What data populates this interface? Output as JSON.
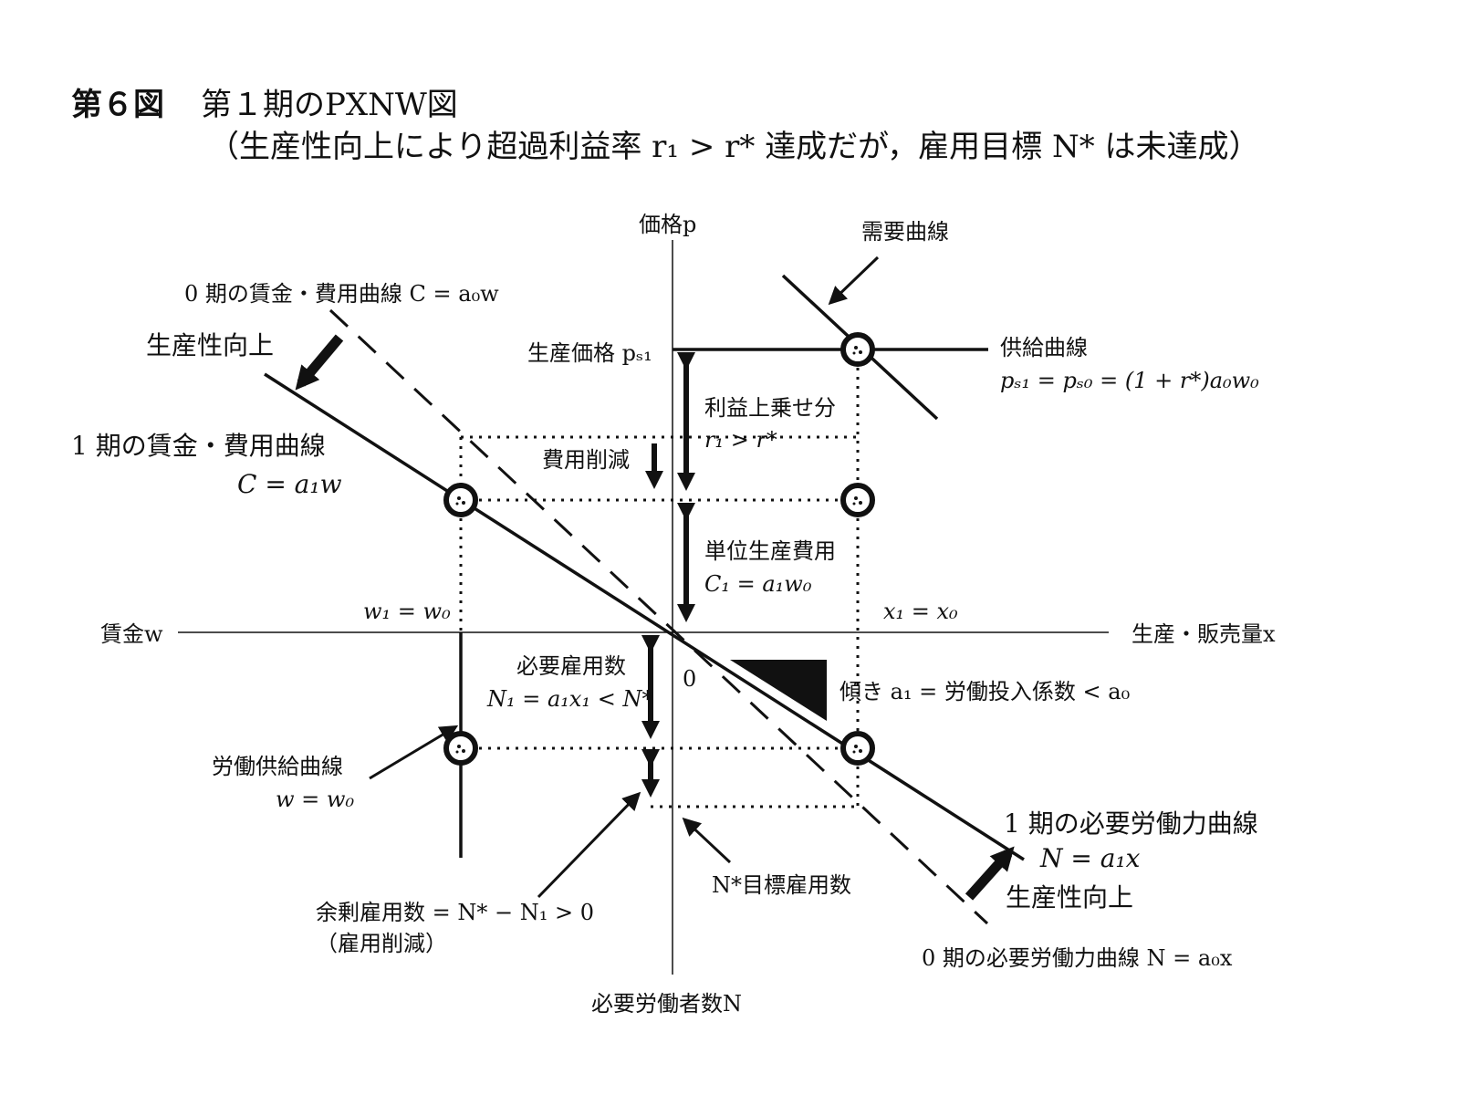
{
  "figure": {
    "number": "第６図",
    "title": "第１期のPXNW図",
    "subtitle": "（生産性向上により超過利益率 r₁ > r* 達成だが，雇用目標 N* は未達成）"
  },
  "axes": {
    "top": "価格p",
    "right": "生産・販売量x",
    "left": "賃金w",
    "bottom": "必要労働者数N",
    "origin": "0"
  },
  "labels": {
    "demand_curve": "需要曲線",
    "cost_curve_0": "0 期の賃金・費用曲線 C = a₀w",
    "productivity_up_top": "生産性向上",
    "cost_curve_1_name": "1 期の賃金・費用曲線",
    "cost_curve_1_eq": "C = a₁w",
    "production_price": "生産価格 pₛ₁",
    "supply_curve_name": "供給曲線",
    "supply_curve_eq": "pₛ₁ = pₛ₀ = (1 + r*)a₀w₀",
    "profit_markup": "利益上乗せ分",
    "profit_markup_eq": "r₁ > r*",
    "cost_reduction": "費用削減",
    "unit_cost": "単位生産費用",
    "unit_cost_eq": "C₁ =  a₁w₀",
    "wage_eq": "w₁ = w₀",
    "output_eq": "x₁ = x₀",
    "required_employment": "必要雇用数",
    "required_employment_eq": "N₁ = a₁x₁ < N*",
    "slope": "傾き a₁ = 労働投入係数 < a₀",
    "labor_supply_name": "労働供給曲線",
    "labor_supply_eq": "w = w₀",
    "labor_curve_1_name": "1 期の必要労働力曲線",
    "labor_curve_1_eq": "N = a₁x",
    "productivity_up_bottom": "生産性向上",
    "target_employment": "N*目標雇用数",
    "surplus_employment": "余剰雇用数 = N* − N₁ > 0",
    "surplus_note": "（雇用削減）",
    "labor_curve_0": "0 期の必要労働力曲線 N = a₀x"
  },
  "colors": {
    "ink": "#111111",
    "background": "#ffffff"
  }
}
